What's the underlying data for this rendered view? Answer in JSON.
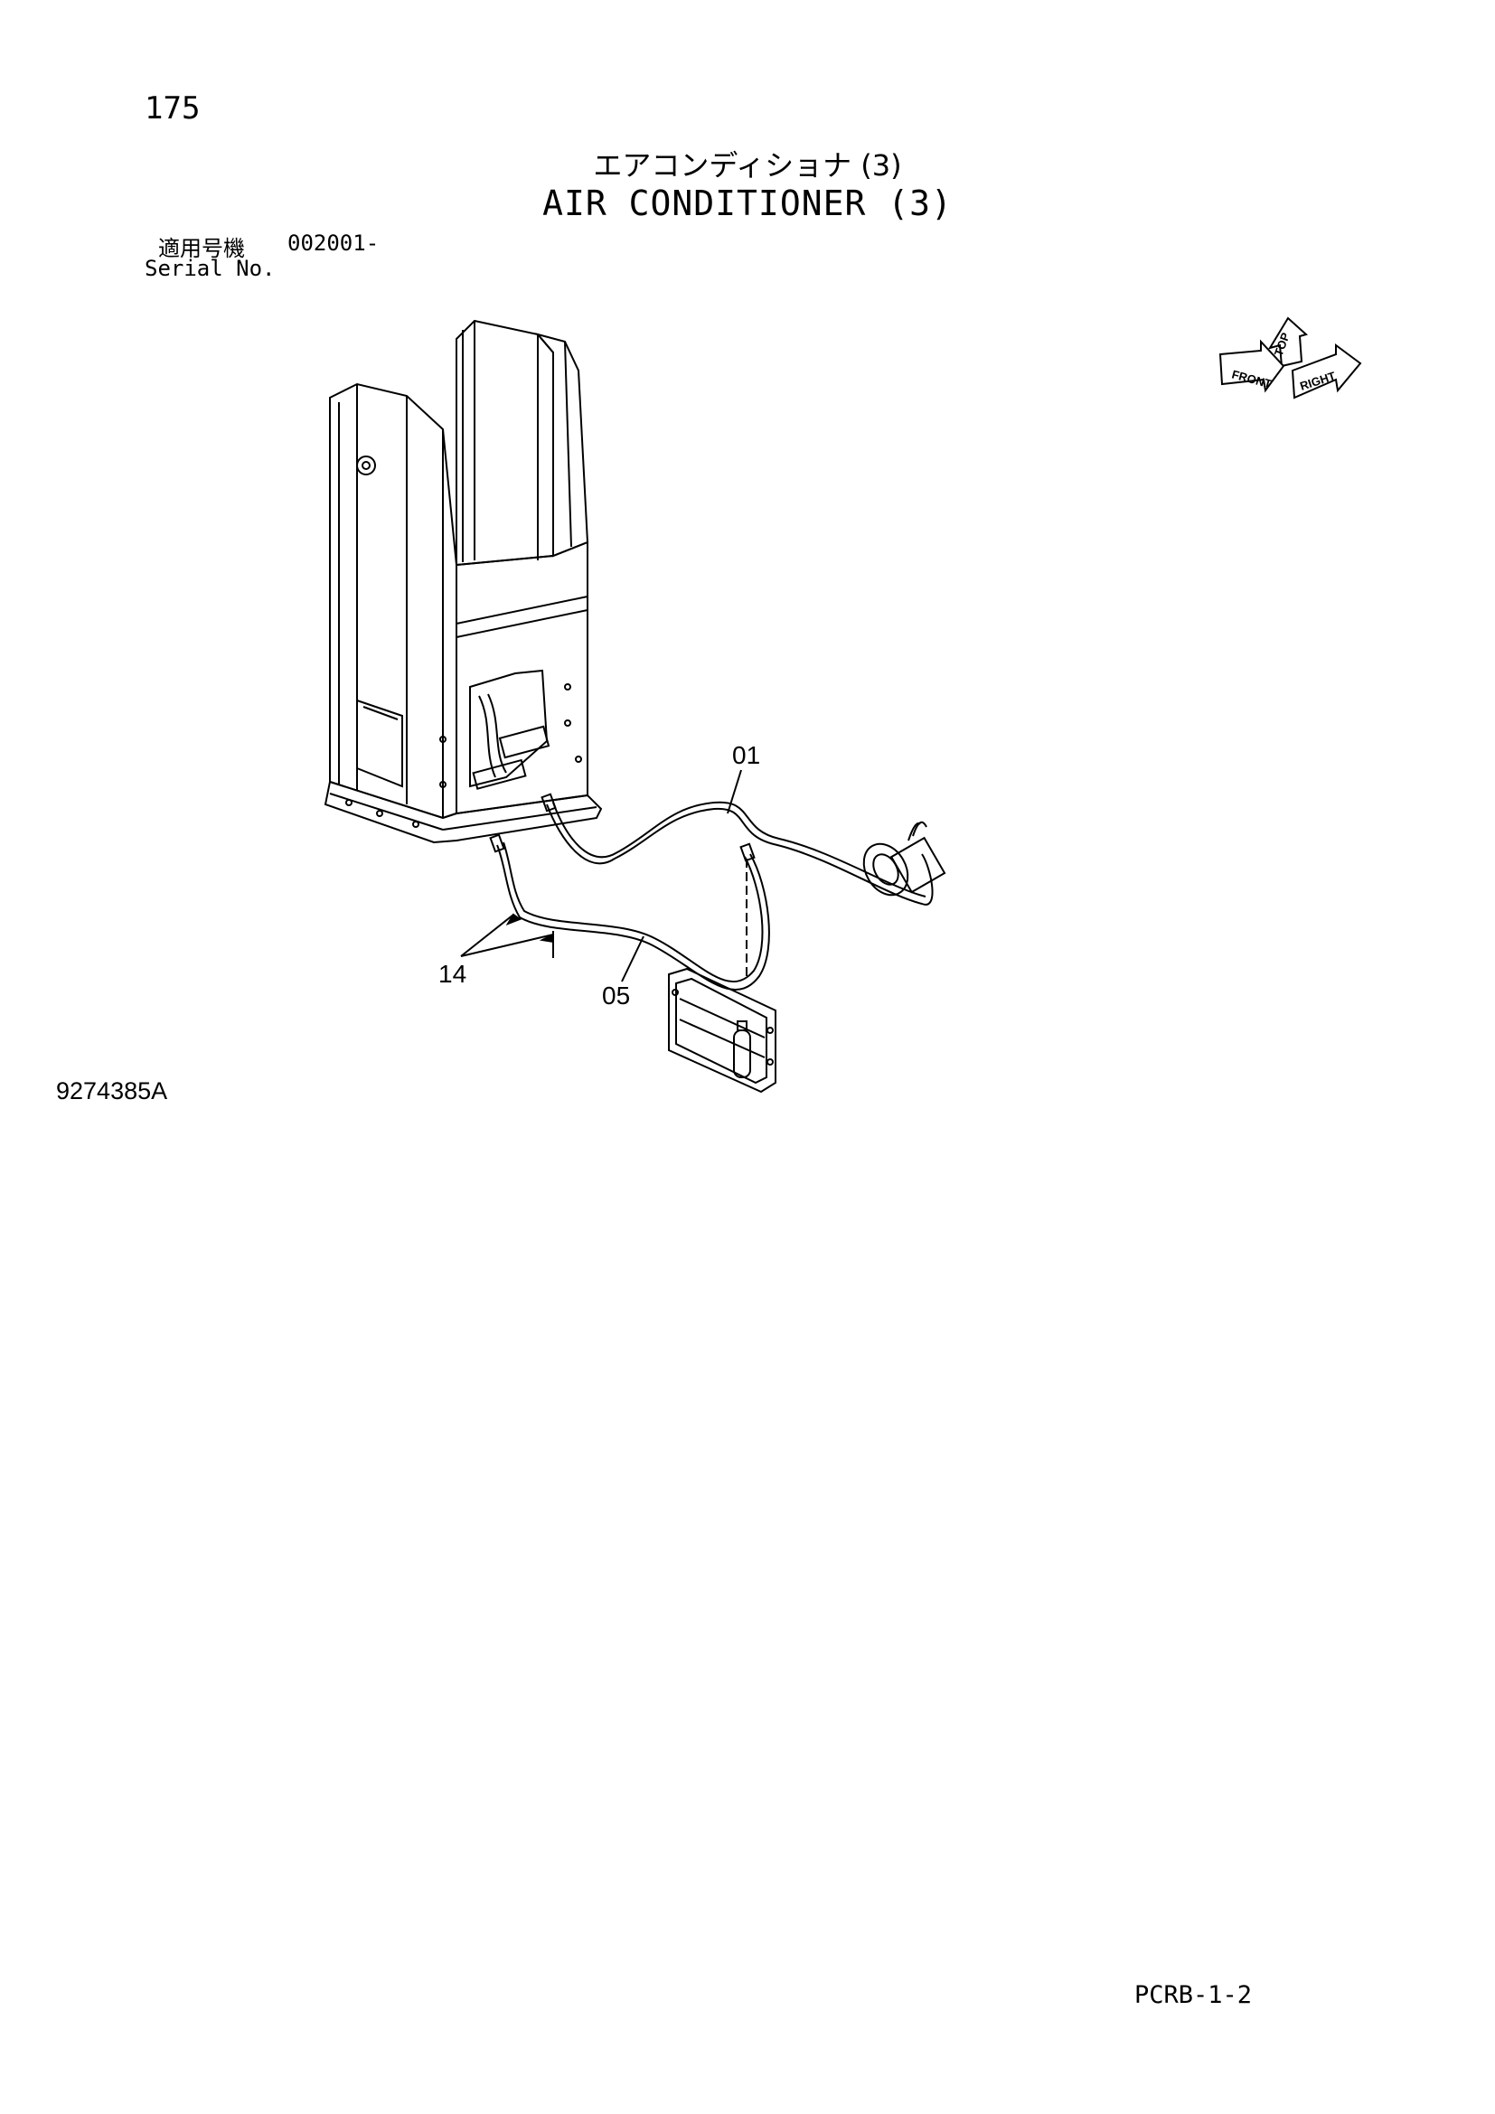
{
  "header": {
    "page_number": "175",
    "title_jp": "エアコンディショナ (3)",
    "title_en": "AIR CONDITIONER (3)",
    "serial_label_jp": "適用号機",
    "serial_value": "002001-",
    "serial_label_en": "Serial No."
  },
  "direction_indicator": {
    "top": "TOP",
    "front": "FRONT",
    "right": "RIGHT"
  },
  "callouts": {
    "c01": "01",
    "c14": "14",
    "c05": "05"
  },
  "footer": {
    "drawing_number": "9274385A",
    "page_code": "PCRB-1-2"
  }
}
